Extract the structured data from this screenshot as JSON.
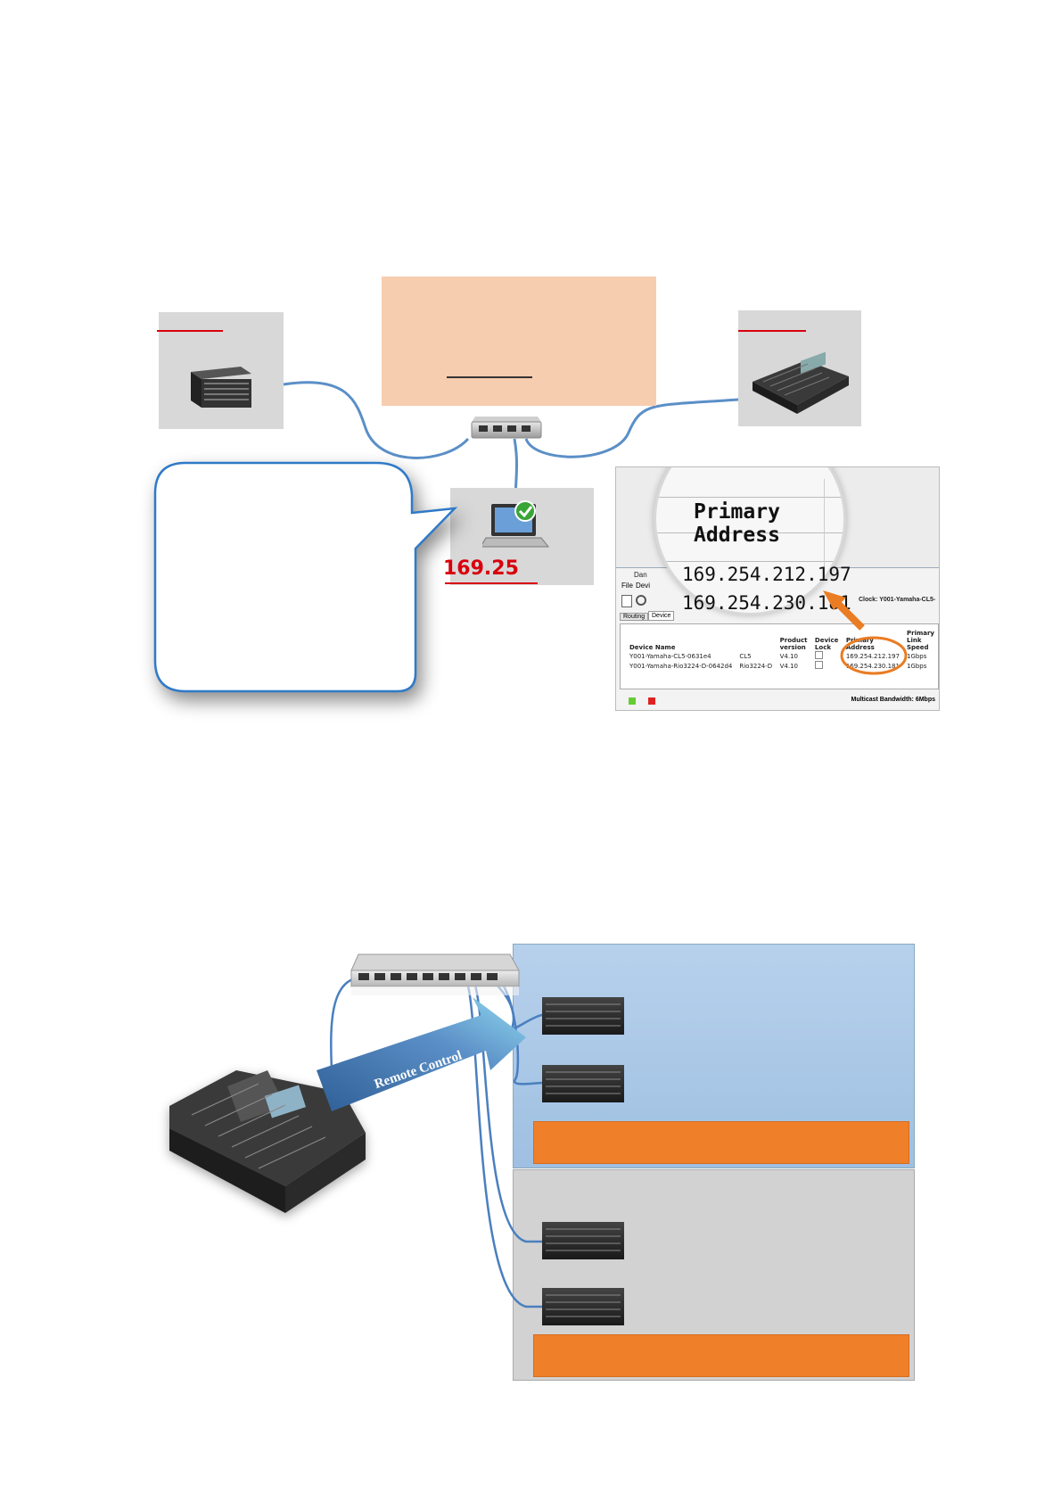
{
  "top_diagram": {
    "laptop_ip_partial": "169.25",
    "screenshot": {
      "window_title_partial": "Dan",
      "menu": [
        "File",
        "Devi"
      ],
      "tabs": [
        "Routing",
        "Device"
      ],
      "clock_label": "Clock: Y001-Yamaha-CL5-",
      "magnified": {
        "column_header_line1": "Primary",
        "column_header_line2": "Address",
        "ip_1": "169.254.212.197",
        "ip_2": "169.254.230.181"
      },
      "columns": [
        "Device Name",
        "Product version",
        "Device Lock",
        "Primary Address",
        "Primary Link Speed"
      ],
      "rows": [
        {
          "name": "Y001-Yamaha-CL5-0631e4",
          "model": "CL5",
          "version": "V4.10",
          "address": "169.254.212.197",
          "speed": "1Gbps"
        },
        {
          "name": "Y001-Yamaha-Rio3224-D-0642d4",
          "model": "Rio3224-D",
          "version": "V4.10",
          "address": "169.254.230.181",
          "speed": "1Gbps"
        }
      ],
      "status_bar": "Multicast Bandwidth: 6Mbps"
    }
  },
  "bottom_diagram": {
    "arrow_label": "Remote Control"
  },
  "colors": {
    "peach": "#f7cdb0",
    "orange_bar": "#f07f2a",
    "blue_panel": "#a9c7e6",
    "gray_panel": "#d2d2d2",
    "cable": "#5b8fc7",
    "red": "#d9000d"
  }
}
